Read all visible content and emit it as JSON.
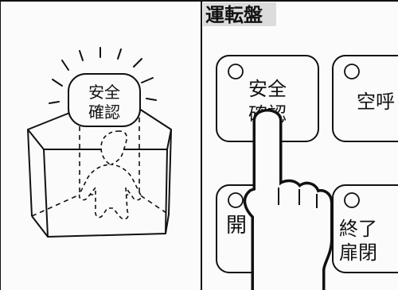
{
  "panel": {
    "title": "運転盤"
  },
  "illustration": {
    "badge_line1": "安全",
    "badge_line2": "確認"
  },
  "buttons": [
    {
      "line1": "安全",
      "line2": "確認"
    },
    {
      "line1": "空呼",
      "line2": ""
    },
    {
      "line1": "開",
      "line2": ""
    },
    {
      "line1": "終了",
      "line2": "扉閉"
    }
  ]
}
